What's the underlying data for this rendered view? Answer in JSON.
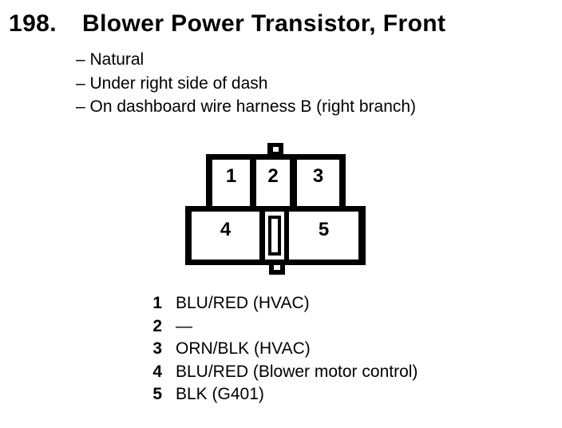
{
  "page": {
    "background": "#ffffff",
    "text_color": "#000000"
  },
  "header": {
    "number": "198.",
    "title": "Blower Power Transistor, Front"
  },
  "notes": [
    "– Natural",
    "– Under right side of dash",
    "– On dashboard wire harness B (right branch)"
  ],
  "connector": {
    "cavities": [
      "1",
      "2",
      "3",
      "4",
      "5"
    ]
  },
  "pins": [
    {
      "num": "1",
      "label": "BLU/RED (HVAC)"
    },
    {
      "num": "2",
      "label": "—"
    },
    {
      "num": "3",
      "label": "ORN/BLK (HVAC)"
    },
    {
      "num": "4",
      "label": "BLU/RED (Blower motor control)"
    },
    {
      "num": "5",
      "label": "BLK (G401)"
    }
  ]
}
